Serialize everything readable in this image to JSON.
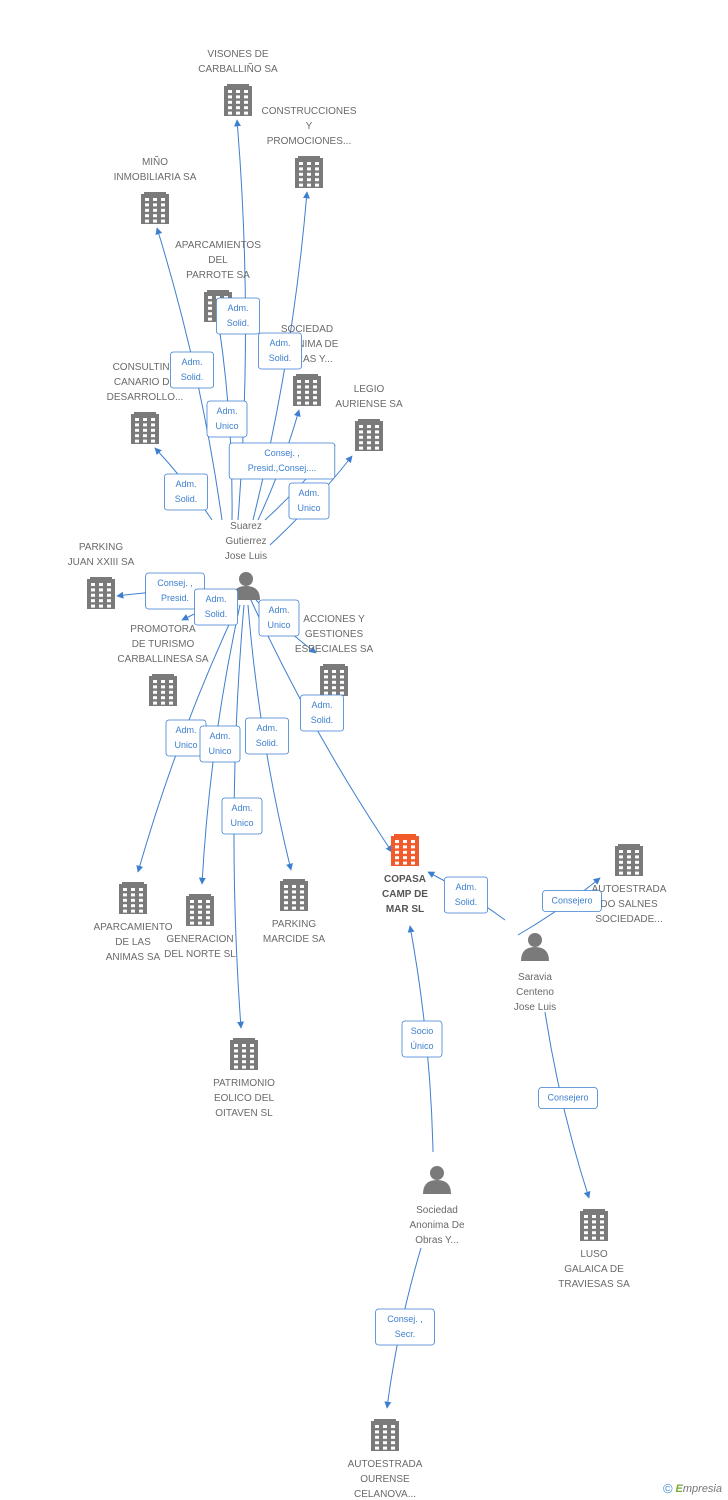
{
  "colors": {
    "edge": "#3d7fcf",
    "building": "#7a7a7a",
    "main_building": "#f15a2a",
    "person": "#7a7a7a",
    "label_box_border": "#3d7fcf"
  },
  "nodes": [
    {
      "id": "visones",
      "kind": "company",
      "icon": "building-icon",
      "label": [
        "VISONES DE",
        "CARBALLIÑO SA"
      ]
    },
    {
      "id": "construcciones",
      "kind": "company",
      "icon": "building-icon",
      "label": [
        "CONSTRUCCIONES",
        "Y",
        "PROMOCIONES..."
      ]
    },
    {
      "id": "mino",
      "kind": "company",
      "icon": "building-icon",
      "label": [
        "MIÑO",
        "INMOBILIARIA SA"
      ]
    },
    {
      "id": "aparcamientos_parrote",
      "kind": "company",
      "icon": "building-icon",
      "label": [
        "APARCAMIENTOS",
        "DEL",
        "PARROTE SA"
      ]
    },
    {
      "id": "sociedad_anonima",
      "kind": "company",
      "icon": "building-icon",
      "label": [
        "SOCIEDAD",
        "ANONIMA DE",
        "OBRAS Y..."
      ]
    },
    {
      "id": "consulting",
      "kind": "company",
      "icon": "building-icon",
      "label": [
        "CONSULTING",
        "CANARIO DE",
        "DESARROLLO..."
      ]
    },
    {
      "id": "legio",
      "kind": "company",
      "icon": "building-icon",
      "label": [
        "LEGIO",
        "AURIENSE SA"
      ]
    },
    {
      "id": "suarez",
      "kind": "person",
      "icon": "person-icon",
      "label": [
        "Suarez",
        "Gutierrez",
        "Jose Luis"
      ]
    },
    {
      "id": "parking_juan",
      "kind": "company",
      "icon": "building-icon",
      "label": [
        "PARKING",
        "JUAN XXIII SA"
      ]
    },
    {
      "id": "promotora",
      "kind": "company",
      "icon": "building-icon",
      "label": [
        "PROMOTORA",
        "DE TURISMO",
        "CARBALLINESA SA"
      ]
    },
    {
      "id": "acciones",
      "kind": "company",
      "icon": "building-icon",
      "label": [
        "ACCIONES Y",
        "GESTIONES",
        "ESPECIALES SA"
      ]
    },
    {
      "id": "copasa",
      "kind": "main",
      "icon": "building-icon",
      "label": [
        "COPASA",
        "CAMP DE",
        "MAR SL"
      ]
    },
    {
      "id": "autoestrada_salnes",
      "kind": "company",
      "icon": "building-icon",
      "label": [
        "AUTOESTRADA",
        "DO SALNES",
        "SOCIEDADE..."
      ]
    },
    {
      "id": "aparcamiento_animas",
      "kind": "company",
      "icon": "building-icon",
      "label": [
        "APARCAMIENTO",
        "DE LAS",
        "ANIMAS SA"
      ]
    },
    {
      "id": "generacion",
      "kind": "company",
      "icon": "building-icon",
      "label": [
        "GENERACION",
        "DEL NORTE SL"
      ]
    },
    {
      "id": "parking_marcide",
      "kind": "company",
      "icon": "building-icon",
      "label": [
        "PARKING",
        "MARCIDE SA"
      ]
    },
    {
      "id": "saravia",
      "kind": "person",
      "icon": "person-icon",
      "label": [
        "Saravia",
        "Centeno",
        "Jose Luis"
      ]
    },
    {
      "id": "patrimonio",
      "kind": "company",
      "icon": "building-icon",
      "label": [
        "PATRIMONIO",
        "EOLICO DEL",
        "OITAVEN SL"
      ]
    },
    {
      "id": "sociedad_person",
      "kind": "person",
      "icon": "person-icon",
      "label": [
        "Sociedad",
        "Anonima De",
        "Obras Y..."
      ]
    },
    {
      "id": "luso",
      "kind": "company",
      "icon": "building-icon",
      "label": [
        "LUSO",
        "GALAICA DE",
        "TRAVIESAS SA"
      ]
    },
    {
      "id": "autoestrada_ourense",
      "kind": "company",
      "icon": "building-icon",
      "label": [
        "AUTOESTRADA",
        "OURENSE",
        "CELANOVA..."
      ]
    }
  ],
  "edges": [
    {
      "from": "suarez",
      "to": "visones",
      "label": []
    },
    {
      "from": "suarez",
      "to": "mino",
      "label": [
        "Adm.",
        "Solid."
      ]
    },
    {
      "from": "suarez",
      "to": "aparcamientos_parrote",
      "label": [
        "Adm.",
        "Solid."
      ]
    },
    {
      "from": "suarez",
      "to": "construcciones",
      "label": [
        "Adm.",
        "Solid."
      ]
    },
    {
      "from": "suarez",
      "to": "sociedad_anonima",
      "label": [
        "Adm.",
        "Unico"
      ]
    },
    {
      "from": "suarez",
      "to": "consulting",
      "label": [
        "Adm.",
        "Solid."
      ]
    },
    {
      "from": "suarez",
      "to": "legio",
      "label": [
        "Consej. ,",
        "Presid.,Consej...."
      ]
    },
    {
      "from": "suarez",
      "to": "legio",
      "label": [
        "Adm.",
        "Unico"
      ]
    },
    {
      "from": "suarez",
      "to": "parking_juan",
      "label": [
        "Consej. ,",
        "Presid."
      ]
    },
    {
      "from": "suarez",
      "to": "promotora",
      "label": [
        "Adm.",
        "Solid."
      ]
    },
    {
      "from": "suarez",
      "to": "acciones",
      "label": [
        "Adm.",
        "Unico"
      ]
    },
    {
      "from": "suarez",
      "to": "copasa",
      "label": [
        "Adm.",
        "Solid."
      ]
    },
    {
      "from": "suarez",
      "to": "aparcamiento_animas",
      "label": [
        "Adm.",
        "Unico"
      ]
    },
    {
      "from": "suarez",
      "to": "generacion",
      "label": [
        "Adm.",
        "Unico"
      ]
    },
    {
      "from": "suarez",
      "to": "parking_marcide",
      "label": [
        "Adm.",
        "Solid."
      ]
    },
    {
      "from": "suarez",
      "to": "patrimonio",
      "label": [
        "Adm.",
        "Unico"
      ]
    },
    {
      "from": "saravia",
      "to": "copasa",
      "label": [
        "Adm.",
        "Solid."
      ]
    },
    {
      "from": "saravia",
      "to": "autoestrada_salnes",
      "label": [
        "Consejero"
      ]
    },
    {
      "from": "saravia",
      "to": "luso",
      "label": [
        "Consejero"
      ]
    },
    {
      "from": "sociedad_person",
      "to": "copasa",
      "label": [
        "Socio",
        "Único"
      ]
    },
    {
      "from": "sociedad_person",
      "to": "autoestrada_ourense",
      "label": [
        "Consej. ,",
        "Secr."
      ]
    }
  ],
  "footer": {
    "copyright": "©",
    "brand_prefix": "E",
    "brand_rest": "mpresia"
  }
}
